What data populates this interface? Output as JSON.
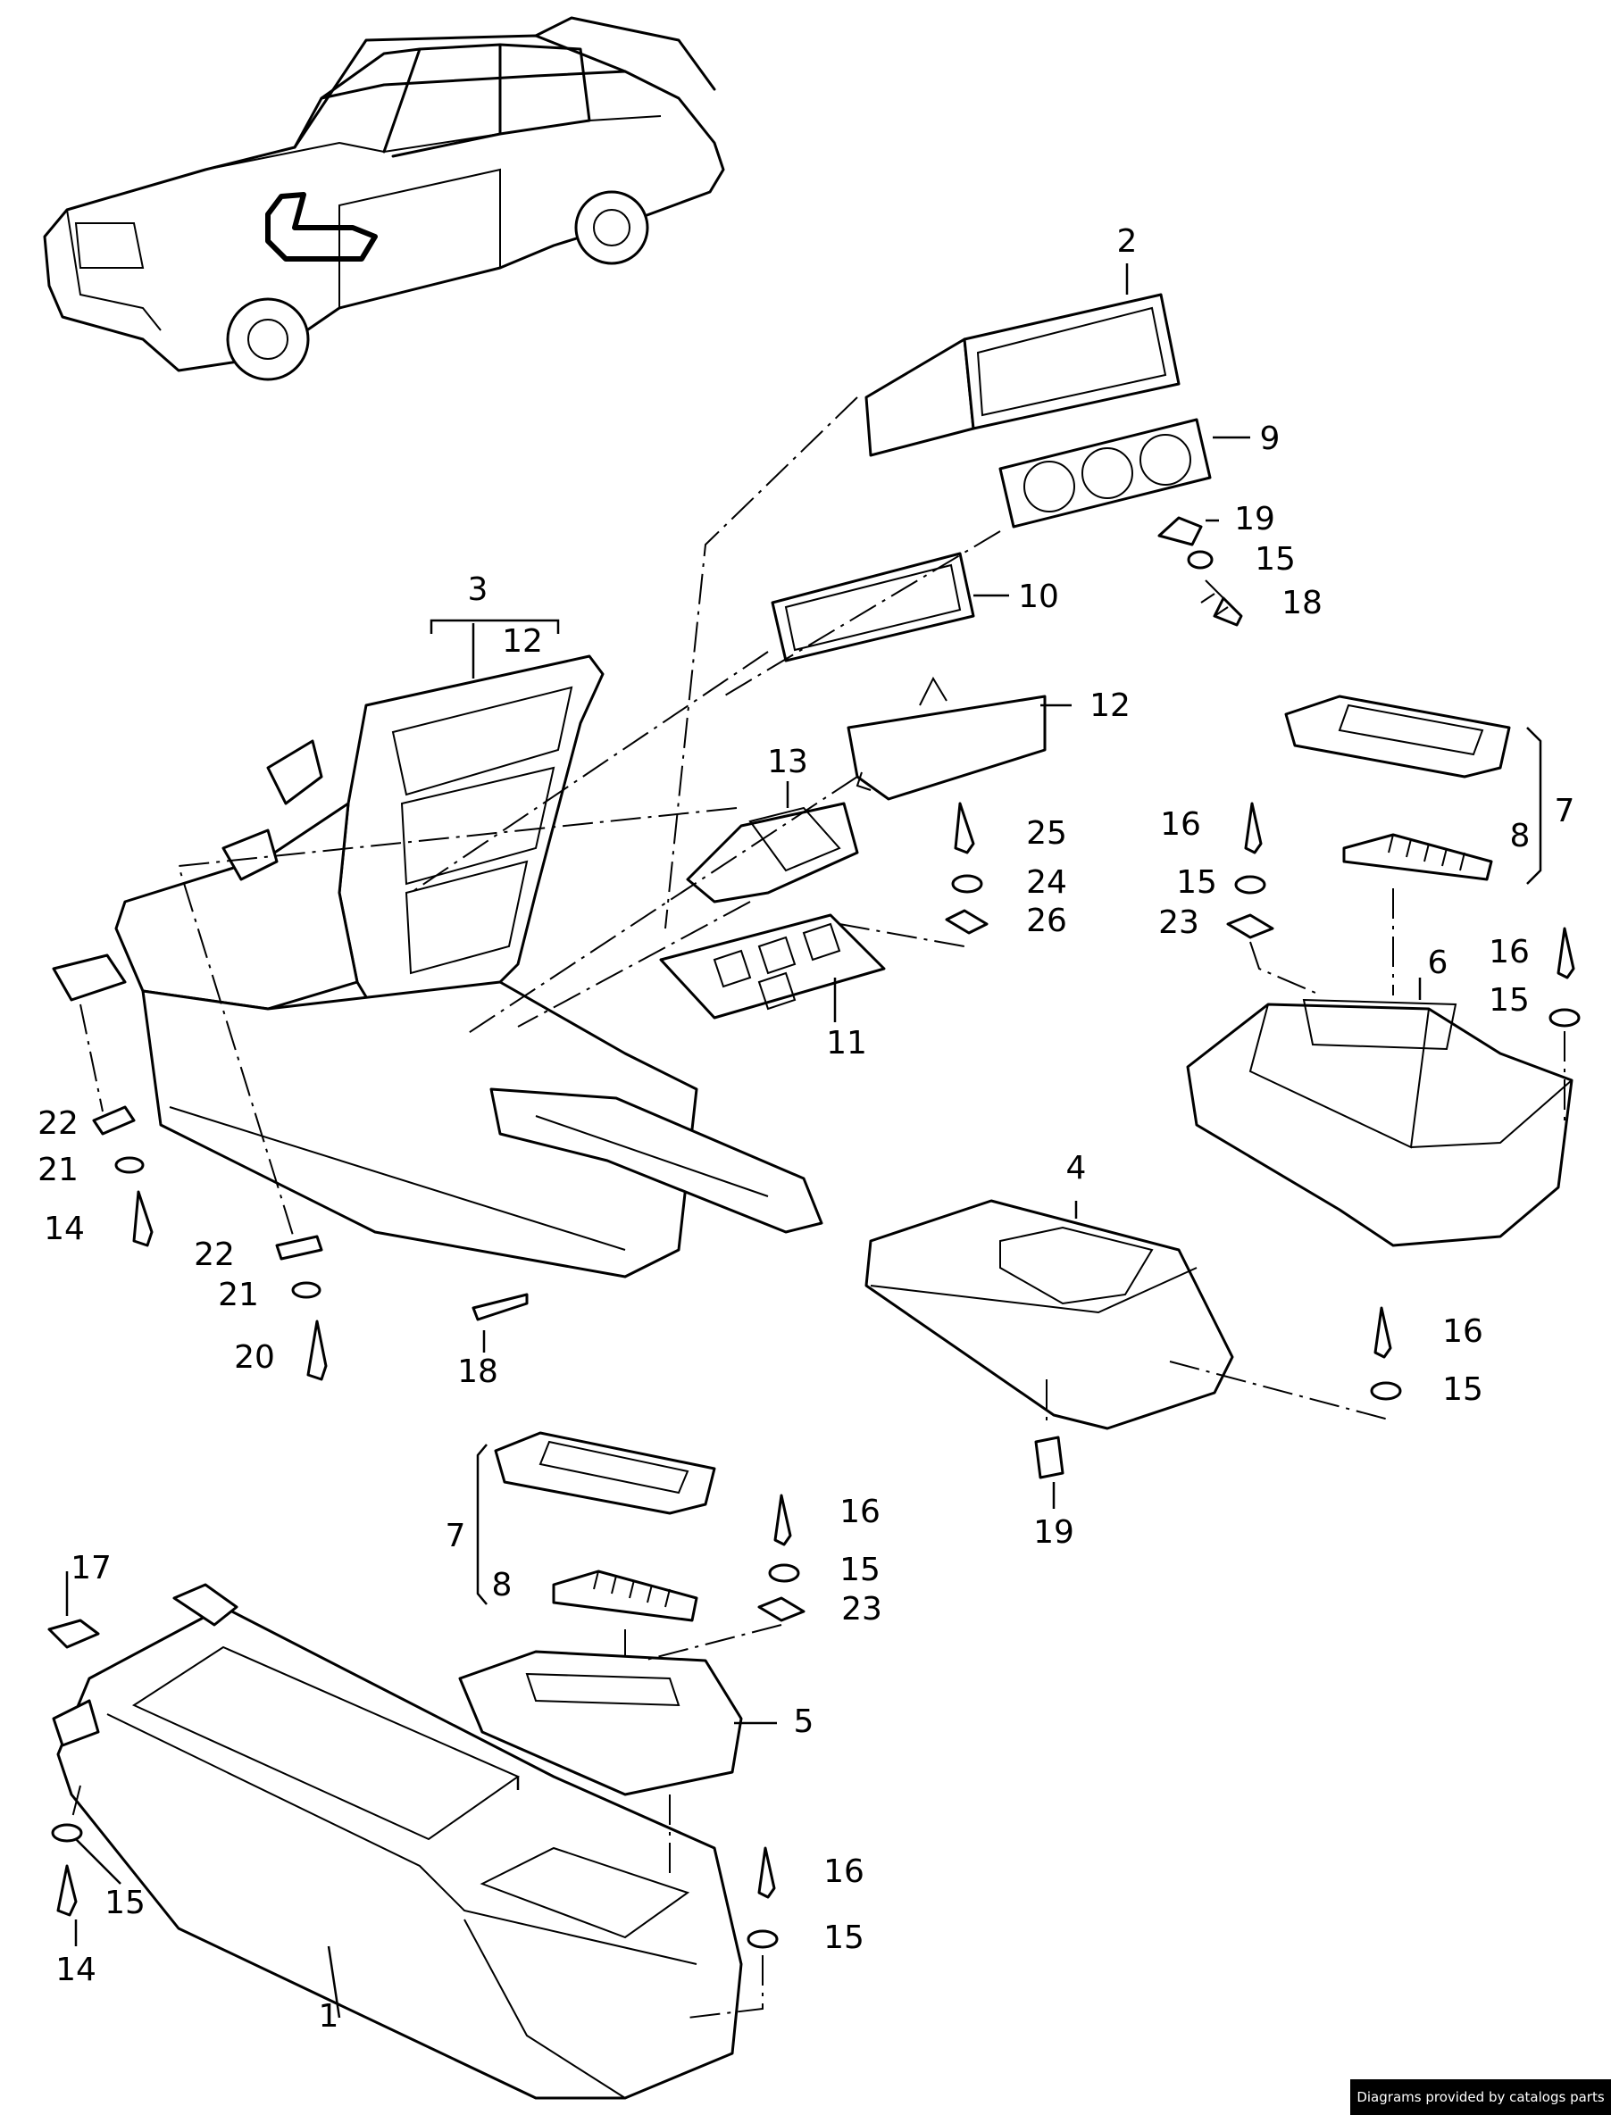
{
  "footer": {
    "credit": "Diagrams provided by catalogs parts"
  },
  "labels": [
    {
      "id": "label-1",
      "text": "1"
    },
    {
      "id": "label-2",
      "text": "2"
    },
    {
      "id": "label-3",
      "text": "3"
    },
    {
      "id": "label-4",
      "text": "4"
    },
    {
      "id": "label-5",
      "text": "5"
    },
    {
      "id": "label-6",
      "text": "6"
    },
    {
      "id": "label-7-upper",
      "text": "7"
    },
    {
      "id": "label-7-lower",
      "text": "7"
    },
    {
      "id": "label-8-upper",
      "text": "8"
    },
    {
      "id": "label-8-lower",
      "text": "8"
    },
    {
      "id": "label-9",
      "text": "9"
    },
    {
      "id": "label-10",
      "text": "10"
    },
    {
      "id": "label-11",
      "text": "11"
    },
    {
      "id": "label-12-bracket",
      "text": "12"
    },
    {
      "id": "label-12",
      "text": "12"
    },
    {
      "id": "label-13",
      "text": "13"
    },
    {
      "id": "label-14-left",
      "text": "14"
    },
    {
      "id": "label-14-bottom",
      "text": "14"
    },
    {
      "id": "label-15-top",
      "text": "15"
    },
    {
      "id": "label-15-right-upper",
      "text": "15"
    },
    {
      "id": "label-15-right-a",
      "text": "15"
    },
    {
      "id": "label-15-right-b",
      "text": "15"
    },
    {
      "id": "label-15-mid",
      "text": "15"
    },
    {
      "id": "label-15-bottom-left",
      "text": "15"
    },
    {
      "id": "label-15-bottom-right",
      "text": "15"
    },
    {
      "id": "label-16-upper",
      "text": "16"
    },
    {
      "id": "label-16-right-a",
      "text": "16"
    },
    {
      "id": "label-16-right-b",
      "text": "16"
    },
    {
      "id": "label-16-mid",
      "text": "16"
    },
    {
      "id": "label-16-bottom",
      "text": "16"
    },
    {
      "id": "label-17",
      "text": "17"
    },
    {
      "id": "label-18-top",
      "text": "18"
    },
    {
      "id": "label-18-left",
      "text": "18"
    },
    {
      "id": "label-19-top",
      "text": "19"
    },
    {
      "id": "label-19-bottom",
      "text": "19"
    },
    {
      "id": "label-20",
      "text": "20"
    },
    {
      "id": "label-21-a",
      "text": "21"
    },
    {
      "id": "label-21-b",
      "text": "21"
    },
    {
      "id": "label-22-a",
      "text": "22"
    },
    {
      "id": "label-22-b",
      "text": "22"
    },
    {
      "id": "label-23-upper",
      "text": "23"
    },
    {
      "id": "label-23-lower",
      "text": "23"
    },
    {
      "id": "label-24",
      "text": "24"
    },
    {
      "id": "label-25",
      "text": "25"
    },
    {
      "id": "label-26",
      "text": "26"
    }
  ]
}
